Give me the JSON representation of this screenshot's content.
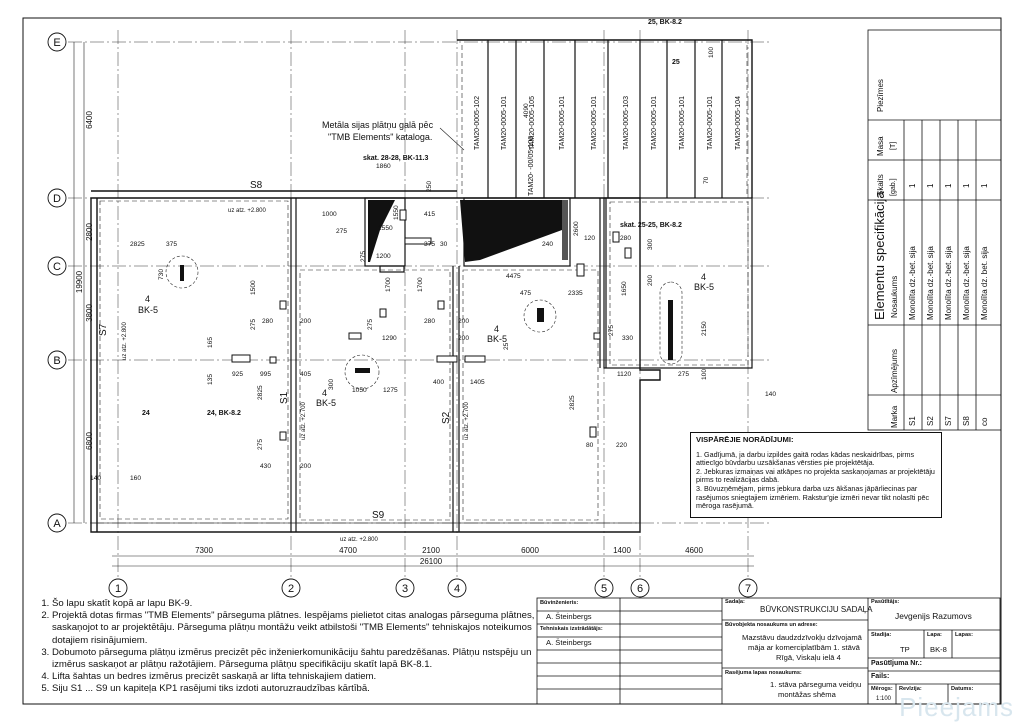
{
  "drawing": {
    "grid_letters": [
      "E",
      "D",
      "C",
      "B",
      "A"
    ],
    "grid_numbers": [
      "1",
      "2",
      "3",
      "4",
      "5",
      "6",
      "7"
    ],
    "horizontal_dims": [
      "7300",
      "4700",
      "2100",
      "6000",
      "1400",
      "4600"
    ],
    "total_width": "26100",
    "vertical_dims": [
      "6400",
      "2800",
      "3800",
      "6800"
    ],
    "total_height": "19900",
    "slab_labels": {
      "s8": "S8",
      "s9": "S9",
      "s7": "S7",
      "s1": "S1",
      "s2": "S2"
    },
    "level_marks": {
      "d_level": "uz atz. +2.800",
      "a_level": "uz atz. +2.800",
      "s7_level": "uz atz. +2.800",
      "s1_level": "uz atz. +2.700",
      "s2_level": "uz atz. +2.700"
    },
    "section_refs": {
      "top": "25, BK-8.2",
      "top_num": "25",
      "stair": "skat. 28-28, BK-11.3",
      "side": "skat. 25-25, BK-8.2",
      "sec24": "24, BK-8.2",
      "sec24_num": "24"
    },
    "callouts": [
      {
        "num": "4",
        "sheet": "BK-5"
      },
      {
        "num": "4",
        "sheet": "BK-5"
      },
      {
        "num": "4",
        "sheet": "BK-5"
      },
      {
        "num": "4",
        "sheet": "BK-5"
      }
    ],
    "beam_codes": [
      "TAM20-0005-102",
      "TAM20-0005-101",
      "TAM20-0005-105",
      "TAM20-\n-00/05-106",
      "TAM20-0005-101",
      "TAM20-0005-101",
      "TAM20-0005-103",
      "TAM20-0005-101",
      "TAM20-0005-101",
      "TAM20-0005-101",
      "TAM20-0005-104"
    ],
    "note_metal": [
      "Metāla sijas plātņu galā pēc",
      "\"TMB Elements\" kataloga."
    ],
    "small_dims": [
      "140",
      "160",
      "2825",
      "375",
      "730",
      "1500",
      "275",
      "280",
      "200",
      "165",
      "135",
      "925",
      "995",
      "405",
      "300",
      "1050",
      "1275",
      "2825",
      "430",
      "275",
      "200",
      "1860",
      "250",
      "1000",
      "415",
      "1550",
      "1550",
      "275",
      "375",
      "30",
      "1200",
      "275",
      "1700",
      "1700",
      "280",
      "200",
      "275",
      "1290",
      "200",
      "400",
      "1405",
      "2825",
      "475",
      "2335",
      "4475",
      "240",
      "2600",
      "120",
      "280",
      "300",
      "1650",
      "200",
      "275",
      "330",
      "2150",
      "1120",
      "275",
      "100",
      "140",
      "80",
      "220",
      "25",
      "70",
      "4090",
      "100"
    ]
  },
  "general_notes": {
    "title": "VISPĀRĒJIE NORĀDĪJUMI:",
    "items": [
      "1. Gadījumā, ja darbu izpildes gaitā rodas kādas neskaidrības, pirms attiecīgo būvdarbu uzsākšanas vērsties pie projektētāja.",
      "2. Jebkuras izmaiņas vai atkāpes no projekta saskaņojamas ar projektētāju pirms to realizācijas dabā.",
      "3. Būvuzņēmējam, pirms jebkura darba uzs ākšanas jāpārliecinas par rasējumos sniegtajiem izmēriem. Rakstur'gie izmēri nevar tikt nolasīti pēc mēroga rasējumā."
    ]
  },
  "spec_table": {
    "title": "Elementu specifikācija",
    "headers": [
      "Marka",
      "Apzīmējums",
      "Nosaukums",
      "Skaits",
      "Masa",
      "Piezīmes"
    ],
    "units": {
      "skaits": "[gab.]",
      "masa": "[T]"
    },
    "rows": [
      {
        "marka": "S1",
        "nos": "Monolīta dz.-bet. sija",
        "skaits": "1"
      },
      {
        "marka": "S2",
        "nos": "Monolīta dz.-bet. sija",
        "skaits": "1"
      },
      {
        "marka": "S7",
        "nos": "Monolīta dz.-bet. sija",
        "skaits": "1"
      },
      {
        "marka": "S8",
        "nos": "Monolīta dz.-bet. sija",
        "skaits": "1"
      },
      {
        "marka": "co",
        "nos": "Monolīta dz. bet. sija",
        "skaits": "1"
      }
    ]
  },
  "notes": [
    "Šo lapu skatīt kopā ar lapu BK-9.",
    "Projektā dotas firmas \"TMB Elements\" pārseguma plātnes. Iespējams pielietot citas analogas pārseguma plātnes, saskaņojot to ar projektētāju. Pārseguma plātņu montāžu veikt atbilstoši \"TMB Elements\" tehniskajos noteikumos dotajiem risinājumiem.",
    "Dobumoto pārseguma plātņu izmērus precizēt pēc inženierkomunikāciju šahtu paredzēšanas. Plātņu nstspēju un izmērus saskaņot ar plātņu ražotājiem. Pārseguma plātņu specifikāciju skatīt lapā BK-8.1.",
    "Lifta šahtas un bedres izmērus precizēt saskaņā ar lifta tehniskajiem datiem.",
    "Siju S1 ... S9 un kapiteļa KP1 rasējumi tiks izdoti autoruzraudzības kārtībā."
  ],
  "title_block": {
    "buvinz_label": "Būvinženieris:",
    "buvinz_name": "A. Šteinbergs",
    "tehn_label": "Tehniskais izstrādātājs:",
    "tehn_name": "A. Šteinbergs",
    "sadala_label": "Sadaļa:",
    "sadala": "BŪVKONSTRUKCIJU SADAĻA",
    "objekts_label": "Būvobjekta nosaukums un adrese:",
    "objekts": [
      "Mazstāvu daudzdzīvokļu dzīvojamā",
      "māja ar komerciplatībām 1. stāvā",
      "Rīgā, Viskaļu ielā 4"
    ],
    "lapa_nos_label": "Rasējuma lapas nosaukums:",
    "lapa_nos": [
      "1. stāva pārseguma veidņu",
      "montāžas shēma"
    ],
    "pasut_label": "Pasūtītājs:",
    "pasut": "Jevgenijs Razumovs",
    "stadija_label": "Stadija:",
    "stadija": "TP",
    "lapa_label": "Lapa:",
    "lapa": "BK-8",
    "lapas_label": "Lapas:",
    "pasut_nr_label": "Pasūtījuma Nr.:",
    "fails_label": "Fails:",
    "merogs_label": "Mērogs:",
    "merogs": "1:100",
    "revizija_label": "Revīzija:",
    "datums_label": "Datums:"
  },
  "watermark": "Pieejams"
}
